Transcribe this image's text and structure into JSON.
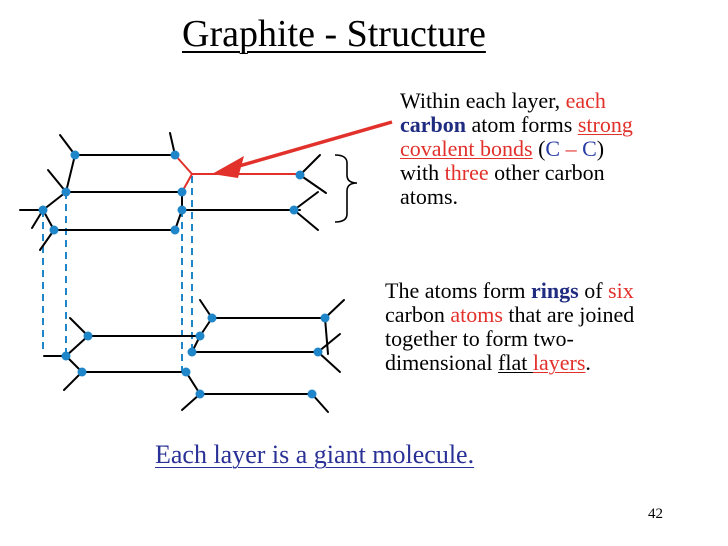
{
  "title": "Graphite - Structure",
  "layer_text": {
    "t1": "Within each layer, ",
    "t2": "each",
    "t3": "carbon",
    "t4": " atom forms ",
    "t5": "strong",
    "t6": "covalent bonds",
    "t7": " (",
    "t8": "C",
    "t9": " – ",
    "t10": "C",
    "t11": ")",
    "t12": "with ",
    "t13": "three",
    "t14": " other carbon",
    "t15": "atoms."
  },
  "rings_text": {
    "t1": "The atoms form ",
    "t2": "rings",
    "t3": " of ",
    "t4": "six",
    "t5": "carbon ",
    "t6": "atoms",
    "t7": " that are joined",
    "t8": "together to form two-",
    "t9": "dimensional ",
    "t10": "flat ",
    "t11": "layers",
    "t12": "."
  },
  "summary": "Each layer is a giant molecule.",
  "page_number": "42",
  "colors": {
    "atom": "#1f86c9",
    "bond": "#000000",
    "highlight": "#e2302b",
    "dashed": "#1f86c9",
    "summary_text": "#2a3196"
  }
}
